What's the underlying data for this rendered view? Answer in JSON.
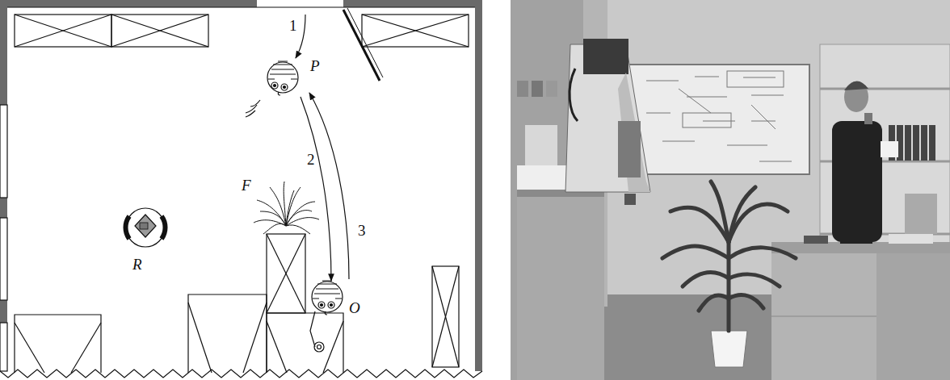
{
  "diagram": {
    "labels": [
      "1",
      "P",
      "2",
      "3",
      "R",
      "F",
      "O"
    ]
  }
}
